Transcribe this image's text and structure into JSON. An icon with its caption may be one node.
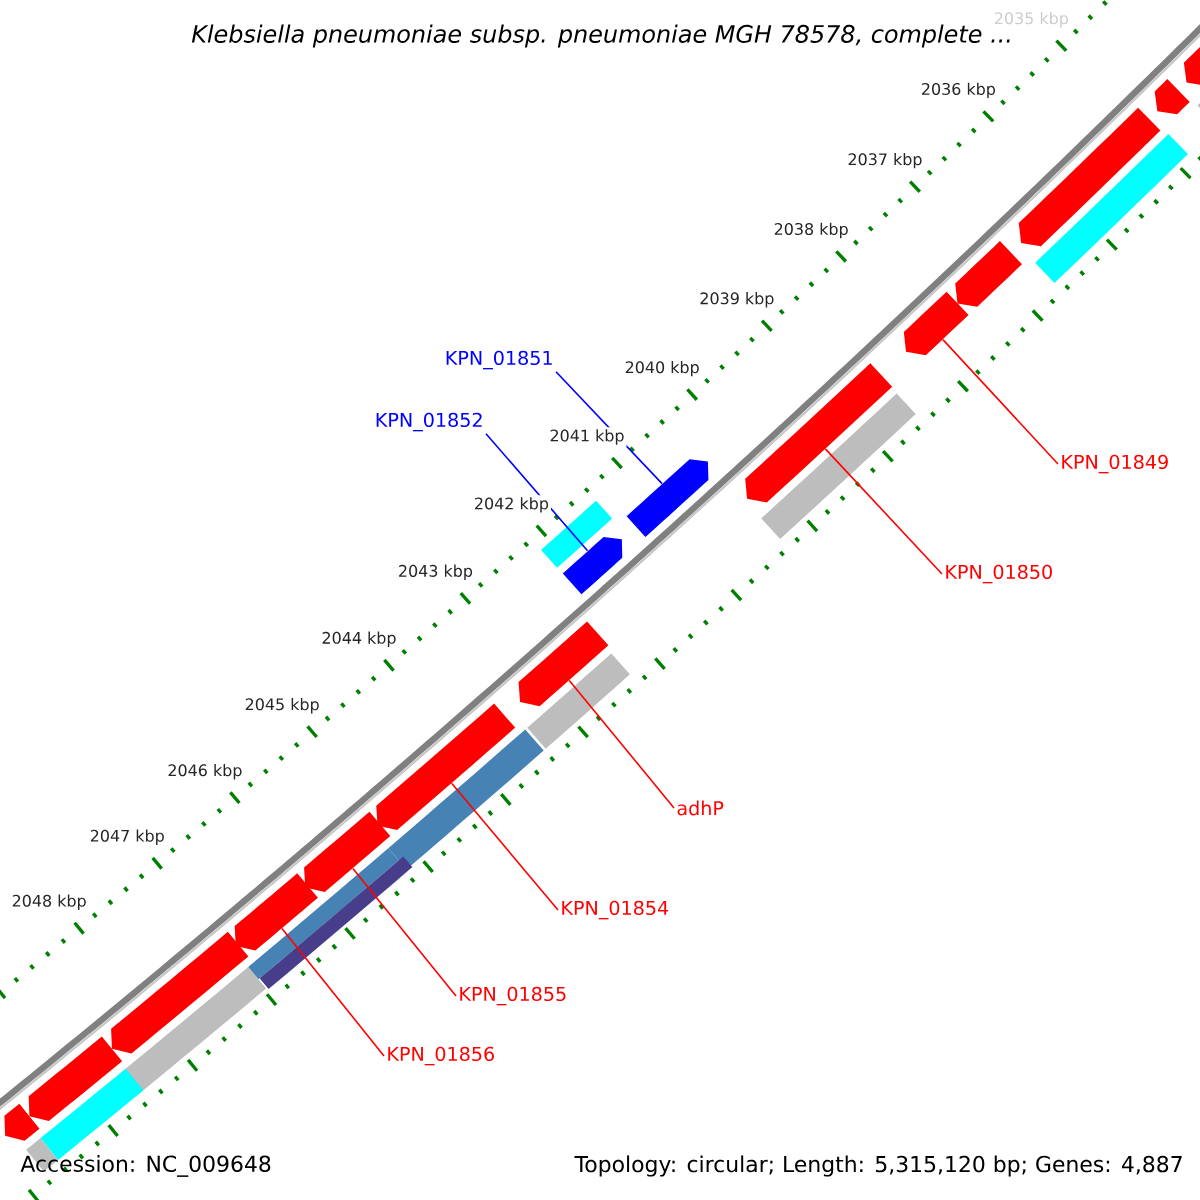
{
  "diagram": {
    "title": "Klebsiella pneumoniae subsp. pneumoniae MGH 78578, complete ...",
    "nodes": [
      {
        "text": [
          "KPN_01851"
        ]
      },
      {
        "text": [
          "KPN_01852"
        ]
      },
      {
        "text": [
          "KPN_01849"
        ]
      },
      {
        "text": [
          "KPN_01850"
        ]
      },
      {
        "text": [
          "adhP"
        ]
      },
      {
        "text": [
          "KPN_01854"
        ]
      },
      {
        "text": [
          "KPN_01855"
        ]
      },
      {
        "text": [
          "KPN_01856"
        ]
      },
      {
        "text": [],
        "shape": "bar"
      },
      {
        "text": [],
        "shape": "bar"
      },
      {
        "text": [],
        "shape": "bar"
      },
      {
        "text": [],
        "shape": "bar"
      },
      {
        "text": [],
        "shape": "bar"
      },
      {
        "text": [],
        "shape": "bar"
      },
      {
        "text": [],
        "shape": "bar"
      },
      {
        "text": [],
        "shape": "bar"
      },
      {
        "text": [],
        "shape": "bar"
      },
      {
        "text": [],
        "shape": "bar"
      },
      {
        "text": [],
        "shape": "bar"
      },
      {
        "text": [],
        "shape": "bar"
      },
      {
        "text": [],
        "shape": "bar"
      },
      {
        "text": [],
        "shape": "bar"
      },
      {
        "text": [],
        "shape": "bar"
      },
      {
        "text": [],
        "shape": "bar"
      },
      {
        "text": [],
        "shape": "bar"
      },
      {
        "text": [],
        "shape": "bar"
      },
      {
        "text": [],
        "shape": "bar"
      },
      {
        "text": [],
        "shape": "bar"
      },
      {
        "text": [],
        "shape": "bar"
      },
      {
        "text": [],
        "shape": "bar"
      },
      {
        "text": [],
        "shape": "bar"
      },
      {
        "text": [],
        "shape": "bar"
      },
      {
        "text": [],
        "shape": "bar"
      },
      {
        "text": [],
        "shape": "bar"
      }
    ],
    "edges": [
      {
        "from": 0,
        "to": 17,
        "arrow": "none",
        "color": "#0000ff"
      },
      {
        "from": 1,
        "to": 19,
        "arrow": "none",
        "color": "#0000ff"
      },
      {
        "from": 2,
        "to": 14,
        "arrow": "none"
      },
      {
        "from": 3,
        "to": 15,
        "arrow": "none"
      },
      {
        "from": 4,
        "to": 20,
        "arrow": "none"
      },
      {
        "from": 5,
        "to": 22,
        "arrow": "none"
      },
      {
        "from": 6,
        "to": 24,
        "arrow": "none"
      },
      {
        "from": 7,
        "to": 25,
        "arrow": "none"
      }
    ],
    "labels": [
      "2035 kbp",
      "2036 kbp",
      "2037 kbp",
      "2038 kbp",
      "2039 kbp",
      "2040 kbp",
      "2041 kbp",
      "2042 kbp",
      "2043 kbp",
      "2044 kbp",
      "2045 kbp",
      "2046 kbp",
      "2047 kbp",
      "2048 kbp",
      "Accession: NC_009648",
      "Topology: circular; Length: 5,315,120 bp; Genes: 4,887"
    ]
  }
}
